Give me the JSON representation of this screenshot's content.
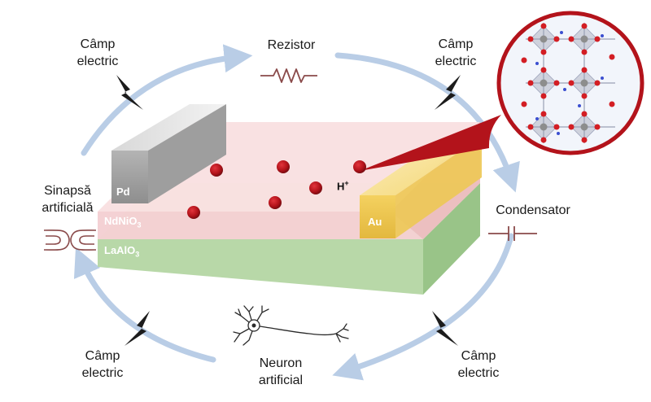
{
  "labels": {
    "field_top_left": [
      "Câmp",
      "electric"
    ],
    "field_top_right": [
      "Câmp",
      "electric"
    ],
    "field_bottom_left": [
      "Câmp",
      "electric"
    ],
    "field_bottom_right": [
      "Câmp",
      "electric"
    ],
    "resistor": "Rezistor",
    "capacitor": "Condensator",
    "synapse": [
      "Sinapsă",
      "artificială"
    ],
    "neuron": [
      "Neuron",
      "artificial"
    ]
  },
  "device": {
    "electrode_left": "Pd",
    "electrode_right": "Au",
    "layer_top": "NdNiO",
    "layer_top_sub": "3",
    "layer_bottom": "LaAlO",
    "layer_bottom_sub": "3",
    "ion": "H",
    "ion_charge": "+"
  },
  "colors": {
    "cycle_arrow": "#b9cde6",
    "ion": "#b3131b",
    "callout": "#b3131b",
    "nickelate_layer": "#f4cfd2",
    "substrate_layer": "#b8d8a8",
    "gold_electrode": "#f0cf55",
    "pd_electrode": "#b0b0b0"
  }
}
